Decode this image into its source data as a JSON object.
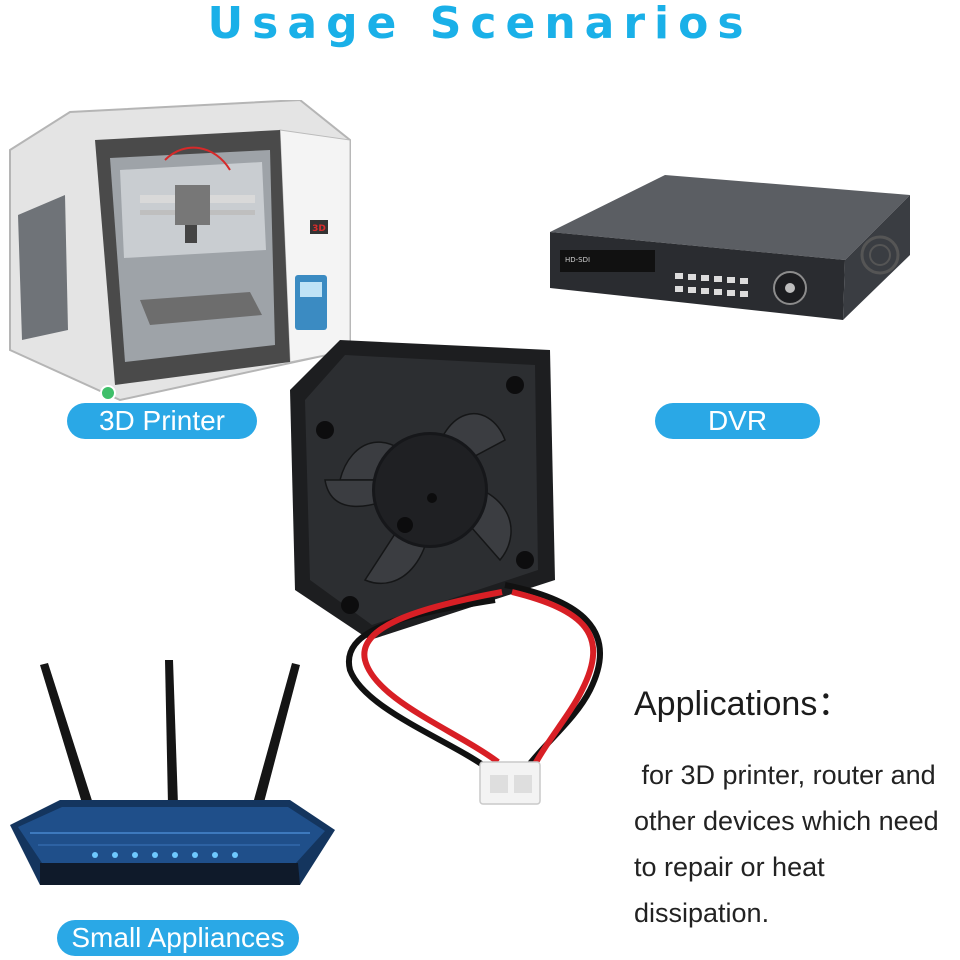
{
  "title": "Usage Scenarios",
  "labels": {
    "printer": "3D Printer",
    "dvr": "DVR",
    "small": "Small Appliances"
  },
  "applications": {
    "heading": "Applications：",
    "lines": [
      " for 3D printer, router and",
      "other devices which need",
      "to repair or heat",
      "dissipation."
    ]
  },
  "devices": {
    "printer_badge": "3D",
    "dvr_badge": "HD-SDI"
  },
  "colors": {
    "accent": "#1ab0e8",
    "pill": "#2aa8e6"
  },
  "icons": [
    "3d-printer-illustration",
    "dvr-illustration",
    "cooling-fan-illustration",
    "router-illustration"
  ]
}
